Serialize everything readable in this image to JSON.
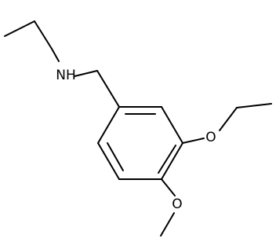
{
  "molecule": {
    "atom_labels": {
      "amine": "NH",
      "ether_oxygen": "O",
      "methoxy_oxygen": "O"
    },
    "line_color": "#000000",
    "background_color": "#ffffff"
  }
}
